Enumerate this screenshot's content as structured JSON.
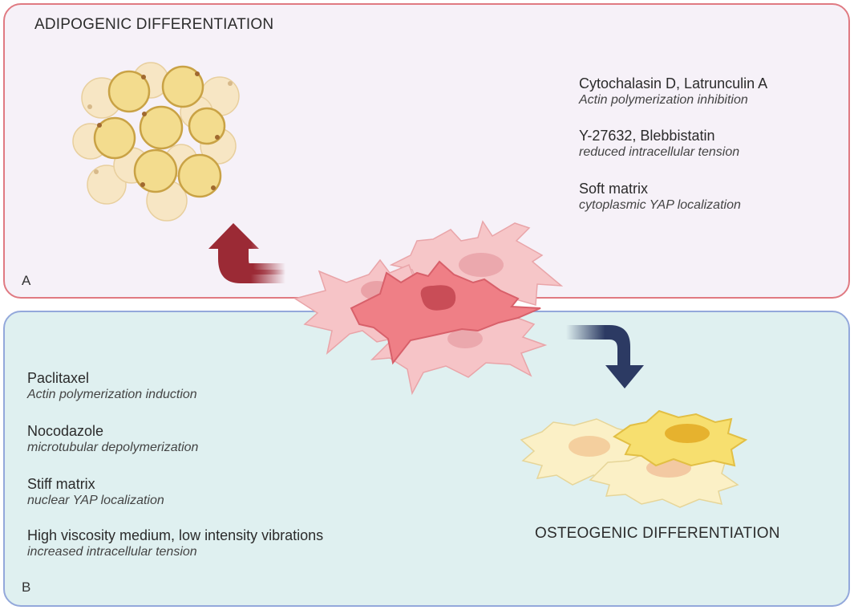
{
  "panel_a": {
    "title": "ADIPOGENIC DIFFERENTIATION",
    "label": "A",
    "border_color": "#e07a82",
    "fill_color": "#f6f1f8",
    "items": [
      {
        "name": "Cytochalasin D, Latrunculin A",
        "effect": "Actin polymerization inhibition"
      },
      {
        "name": "Y-27632, Blebbistatin",
        "effect": "reduced intracellular tension"
      },
      {
        "name": "Soft matrix",
        "effect": "cytoplasmic YAP localization"
      }
    ]
  },
  "panel_b": {
    "title": "OSTEOGENIC DIFFERENTIATION",
    "label": "B",
    "border_color": "#93a8db",
    "fill_color": "#dff0f0",
    "items": [
      {
        "name": "Paclitaxel",
        "effect": "Actin polymerization induction"
      },
      {
        "name": "Nocodazole",
        "effect": "microtubular depolymerization"
      },
      {
        "name": "Stiff matrix",
        "effect": "nuclear YAP localization"
      },
      {
        "name": "High viscosity medium, low intensity vibrations",
        "effect": "increased intracellular tension"
      }
    ]
  },
  "colors": {
    "arrow_adipo": "#9b2a35",
    "arrow_osteo": "#2c3a63",
    "stem_cell": "#ef7f86",
    "adipocyte": "#f3dc8e",
    "osteocyte": "#f7df6f"
  },
  "icons": [
    "stem-cell-cluster-icon",
    "adipocyte-cluster-icon",
    "osteocyte-cluster-icon",
    "curved-arrow-up-icon",
    "curved-arrow-down-icon"
  ]
}
